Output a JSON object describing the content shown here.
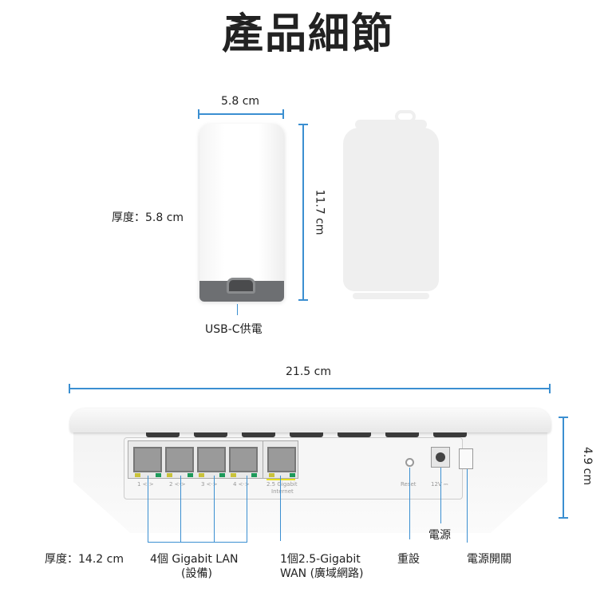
{
  "title": "產品細節",
  "small_device": {
    "width": "5.8 cm",
    "height": "11.7 cm",
    "thickness": "厚度：5.8 cm",
    "power": "USB-C供電"
  },
  "router": {
    "width": "21.5 cm",
    "height": "4.9 cm",
    "thickness": "厚度：14.2 cm",
    "panel_labels": [
      "1 <·>",
      "2 <·>",
      "3 <·>",
      "4 <·>"
    ],
    "wan_panel_label": "2.5 Gigabit",
    "wan_panel_sublabel": "Internet",
    "reset_panel_label": "Reset",
    "power_panel_label": "12V ⎓",
    "callouts": {
      "lan": "4個 Gigabit LAN",
      "lan_sub": "(設備)",
      "wan": "1個2.5-Gigabit",
      "wan_sub": "WAN (廣域網路)",
      "reset": "重設",
      "power": "電源",
      "switch": "電源開關"
    }
  },
  "colors": {
    "dimension_line": "#3b8fd1",
    "wan_highlight": "#e8e020"
  }
}
